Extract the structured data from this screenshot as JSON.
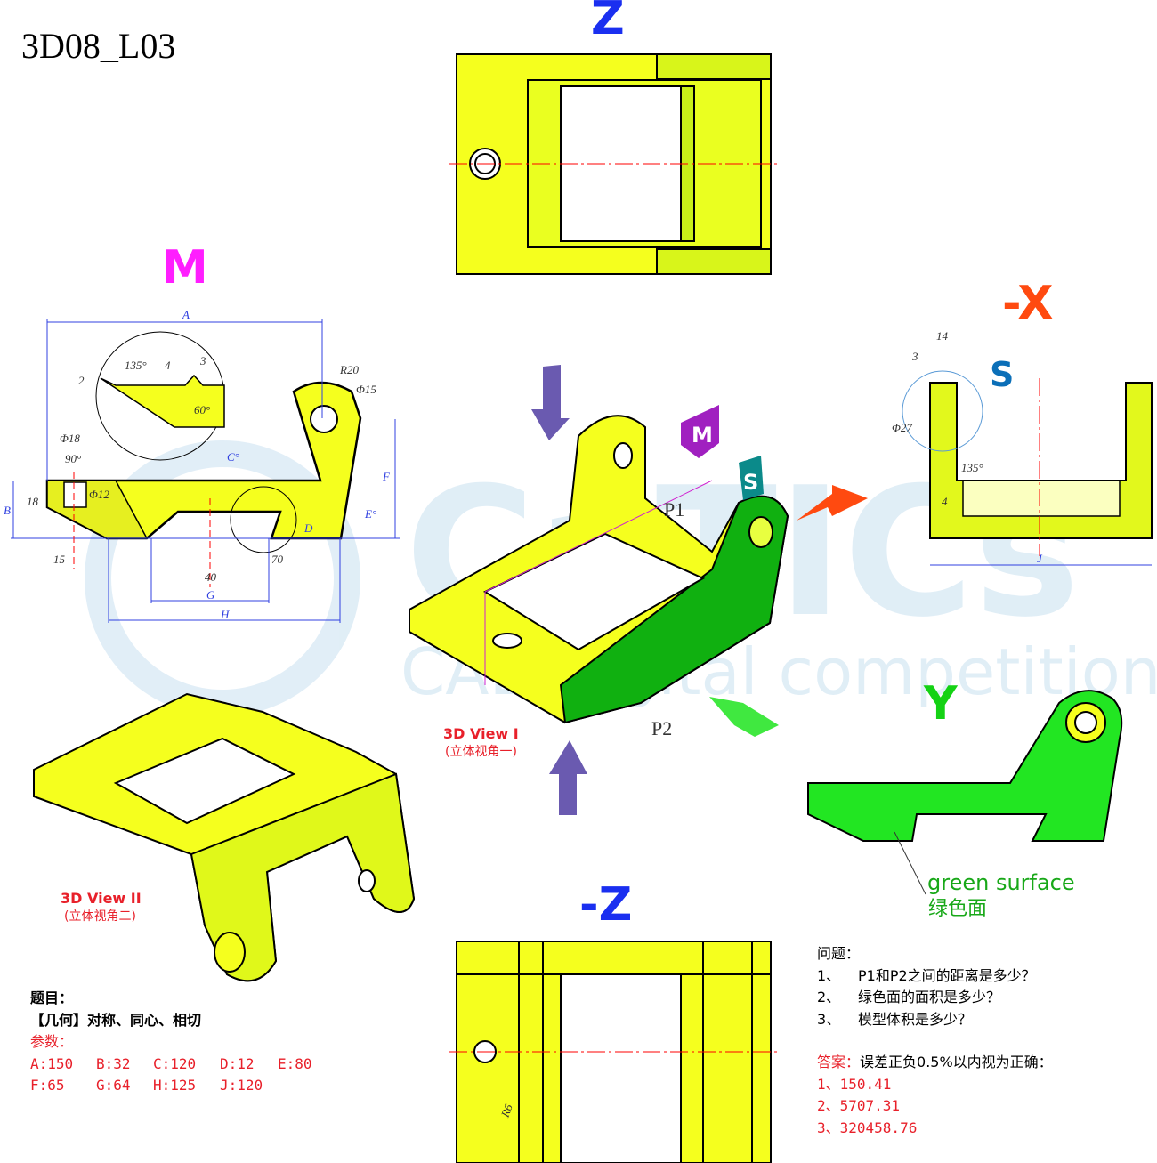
{
  "title": "3D08_L03",
  "view_labels": {
    "z": "Z",
    "m": "M",
    "neg_x": "-X",
    "s": "S",
    "y": "Y",
    "neg_z": "-Z",
    "p1": "P1",
    "p2": "P2"
  },
  "view1": {
    "label": "3D View I",
    "sub": "(立体视角一)"
  },
  "view2": {
    "label": "3D View II",
    "sub": "(立体视角二)"
  },
  "green_surface": {
    "en": "green surface",
    "zh": "绿色面"
  },
  "watermark": {
    "logo": "CaTICs",
    "tagline": "CAD digital competition"
  },
  "dims_m": {
    "A": "A",
    "B": "B",
    "C": "C°",
    "D": "D",
    "E": "E°",
    "F": "F",
    "G": "G",
    "H": "H",
    "d18": "18",
    "d15": "15",
    "d40": "40",
    "d70": "70",
    "phi18": "Φ18",
    "phi12": "Φ12",
    "phi15": "Φ15",
    "r20": "R20",
    "a90": "90°",
    "a135": "135°",
    "a60": "60°",
    "d2": "2",
    "d3": "3",
    "d4": "4"
  },
  "dims_x": {
    "d14": "14",
    "d3": "3",
    "phi27": "Φ27",
    "a135": "135°",
    "d4": "4",
    "J": "J"
  },
  "dims_negz": {
    "r6": "R6"
  },
  "topic": {
    "heading": "题目：",
    "content": "【几何】对称、同心、相切",
    "params_heading": "参数：",
    "params_row1": [
      "A:150",
      "B:32",
      "C:120",
      "D:12",
      "E:80"
    ],
    "params_row2": [
      "F:65",
      "G:64",
      "H:125",
      "J:120"
    ]
  },
  "questions": {
    "heading": "问题：",
    "items": [
      {
        "num": "1、",
        "text": "P1和P2之间的距离是多少？"
      },
      {
        "num": "2、",
        "text": "绿色面的面积是多少？"
      },
      {
        "num": "3、",
        "text": "模型体积是多少？"
      }
    ],
    "answer_heading": "答案：",
    "answer_note": "误差正负0.5%以内视为正确：",
    "answers": [
      "1、150.41",
      "2、5707.31",
      "3、320458.76"
    ]
  },
  "colors": {
    "yellow": "#f5ff1e",
    "green": "#14d214",
    "blue_label": "#1a2ff0",
    "magenta": "#ff1eff",
    "orange": "#ff4a10",
    "red_text": "#e8202a",
    "dim_blue": "#3040e0"
  }
}
